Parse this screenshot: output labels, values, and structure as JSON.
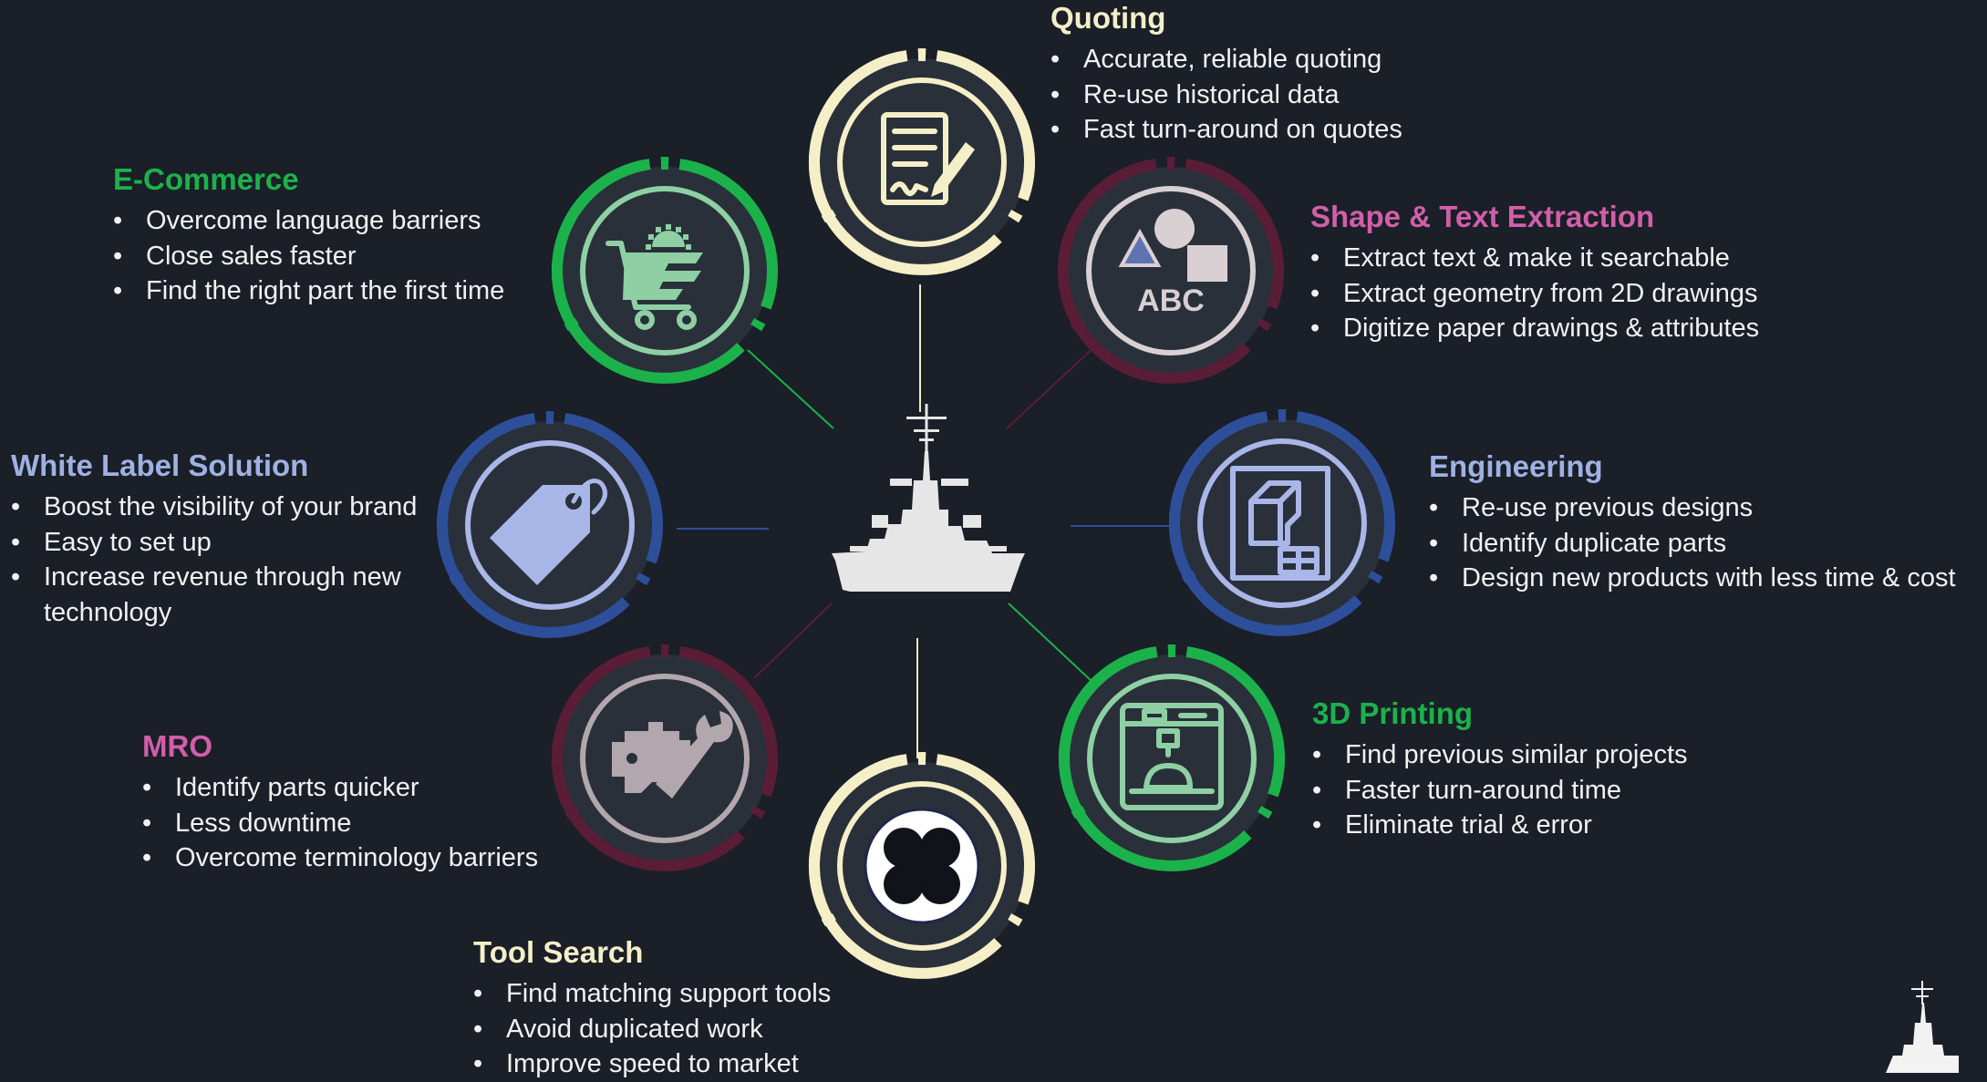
{
  "colors": {
    "background": "#1a1f28",
    "hub_fill": "#2a303a",
    "cream": "#f5efc8",
    "green": "#1bb24b",
    "maroon": "#5a1d36",
    "blue": "#2d4f9a",
    "silhouette": "#e6e6e6"
  },
  "center": {
    "icon": "battleship-silhouette-icon"
  },
  "corner": {
    "icon": "battleship-small-icon"
  },
  "nodes": [
    {
      "id": "quoting",
      "title": "Quoting",
      "title_color": "#f5efc8",
      "ring_color": "#f5efc8",
      "accent": "#f5efc8",
      "icon": "document-sign-icon",
      "bullets": [
        "Accurate, reliable quoting",
        "Re-use historical data",
        "Fast turn-around on quotes"
      ]
    },
    {
      "id": "shape-text",
      "title": "Shape & Text Extraction",
      "title_color": "#d25ea9",
      "ring_color": "#5a1d36",
      "accent": "#d9d0d4",
      "icon": "shapes-abc-icon",
      "icon_text": "ABC",
      "bullets": [
        "Extract text & make it searchable",
        "Extract geometry from 2D drawings",
        "Digitize paper drawings & attributes"
      ]
    },
    {
      "id": "engineering",
      "title": "Engineering",
      "title_color": "#9fb1e3",
      "ring_color": "#2d4f9a",
      "accent": "#a9b6e8",
      "icon": "blueprint-cube-icon",
      "bullets": [
        "Re-use previous designs",
        "Identify duplicate parts",
        "Design new products with less time & cost"
      ]
    },
    {
      "id": "3d-printing",
      "title": "3D Printing",
      "title_color": "#1bb24b",
      "ring_color": "#1bb24b",
      "accent": "#8ed0a3",
      "icon": "printer-3d-icon",
      "bullets": [
        "Find previous similar projects",
        "Faster turn-around time",
        "Eliminate trial & error"
      ]
    },
    {
      "id": "tool-search",
      "title": "Tool Search",
      "title_color": "#f5efc8",
      "ring_color": "#f5efc8",
      "accent": "#f5efc8",
      "icon": "clover-tool-icon",
      "bullets": [
        "Find matching support tools",
        "Avoid duplicated work",
        "Improve speed to market"
      ]
    },
    {
      "id": "mro",
      "title": "MRO",
      "title_color": "#d25ea9",
      "ring_color": "#5a1d36",
      "accent": "#b2a7ad",
      "icon": "engine-wrench-icon",
      "bullets": [
        "Identify parts quicker",
        "Less downtime",
        "Overcome terminology barriers"
      ]
    },
    {
      "id": "white-label",
      "title": "White Label Solution",
      "title_color": "#9fb1e3",
      "ring_color": "#2d4f9a",
      "accent": "#a9b6e8",
      "icon": "price-tag-icon",
      "bullets": [
        "Boost the visibility of your brand",
        "Easy to set up",
        "Increase revenue through new technology"
      ]
    },
    {
      "id": "e-commerce",
      "title": "E-Commerce",
      "title_color": "#1bb24b",
      "ring_color": "#1bb24b",
      "accent": "#8ed0a3",
      "icon": "shopping-cart-icon",
      "bullets": [
        "Overcome language barriers",
        "Close sales faster",
        "Find the right part the first time"
      ]
    }
  ]
}
